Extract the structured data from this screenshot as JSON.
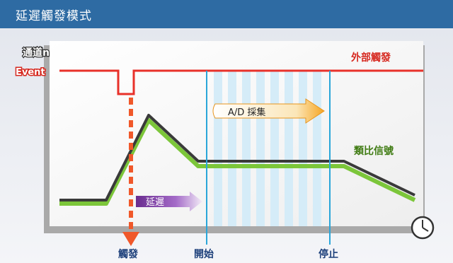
{
  "title": "延遲觸發模式",
  "labels": {
    "channel": "通道n",
    "event": "Event",
    "external_trigger": "外部觸發",
    "ad_acquisition": "A/D 採集",
    "analog_signal": "類比信號",
    "delay": "延遲",
    "trigger": "觸發",
    "start": "開始",
    "stop": "停止"
  },
  "icons": {
    "clock": "clock-icon",
    "trigger_arrow": "down-arrow-icon",
    "acquisition_arrow": "right-arrow-icon",
    "delay_arrow": "right-arrow-icon"
  },
  "colors": {
    "title_bar": "#2e6ba3",
    "event_line": "#e8312a",
    "label_red": "#d6281f",
    "label_green": "#3f7b12",
    "label_blue": "#1c3f7a",
    "signal_green": "#7cc63a",
    "signal_dark": "#3a3a3a",
    "marker_blue": "#2aa6d9",
    "trigger_orange": "#f0582a",
    "acq_arrow": "#f6a623",
    "delay_arrow": "#7a3fa0"
  }
}
